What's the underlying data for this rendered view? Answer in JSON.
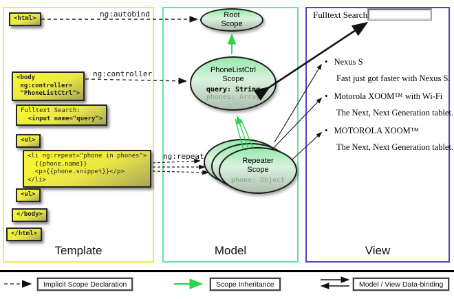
{
  "columns": {
    "template": {
      "title": "Template"
    },
    "model": {
      "title": "Model"
    },
    "view": {
      "title": "View"
    }
  },
  "template_code": {
    "html_open": "<html>",
    "body_open": "<body\n ng:controller=\n \"PhoneListCtrl\">",
    "fulltext_label": "Fulltext Search:",
    "fulltext_input": "  <input name=\"query\">",
    "ul_open": "<ul>",
    "li_repeat": "<li ng:repeat=\"phone in phones\">\n  {{phone.name}}\n  <p>{{phone.snippet}}</p>\n</li>",
    "ul_close": "<ul>",
    "body_close": "</body>",
    "html_close": "</html>"
  },
  "labels": {
    "ng_autobind": "ng:autobind",
    "ng_controller": "ng:controller",
    "ng_repeat": "ng:repeat"
  },
  "model_scopes": {
    "root": {
      "title": "Root\nScope"
    },
    "phonelist": {
      "title": "PhoneListCtrl\nScope",
      "query": "query: String",
      "phones": "phones: Array"
    },
    "repeater": {
      "title": "Repeater\nScope",
      "phone": "phone: Object"
    }
  },
  "view": {
    "fulltext_label": "Fulltext Search:",
    "search_value": "",
    "bullet": "•",
    "items": [
      {
        "name": "Nexus S",
        "snippet": "Fast just got faster with Nexus S."
      },
      {
        "name": "Motorola XOOM™  with Wi-Fi",
        "snippet": "The Next, Next Generation tablet."
      },
      {
        "name": "MOTOROLA XOOM™",
        "snippet": "The Next, Next Generation tablet."
      }
    ]
  },
  "legend": {
    "implicit": "Implicit Scope Declaration",
    "inheritance": "Scope Inheritance",
    "binding": "Model / View Data-binding"
  },
  "colors": {
    "template_border": "#f2ee2e",
    "model_border": "#5fe69e",
    "view_border": "#5a3cd2",
    "scope_green_arrow": "#2ed24e",
    "code_box_yellow": "#f7f433"
  }
}
